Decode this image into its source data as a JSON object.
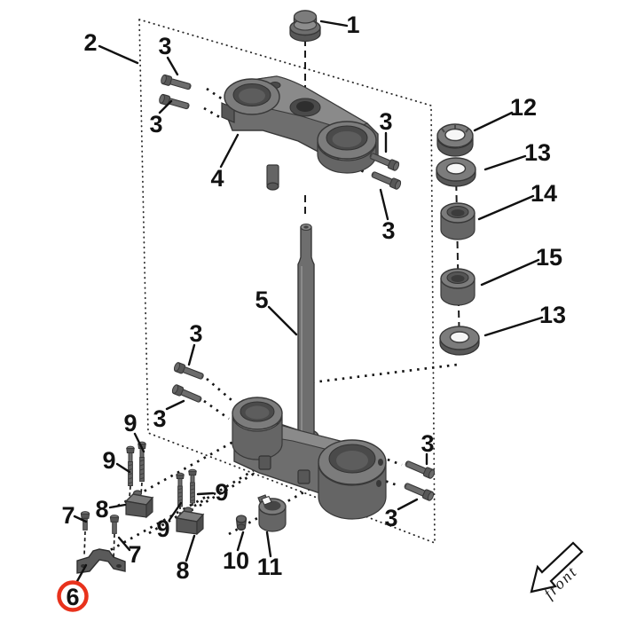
{
  "diagram": {
    "subject": "steering-stem-triple-clamp-exploded-view",
    "highlight_color": "#e8321c",
    "highlighted_callout": "6",
    "front_arrow_label": "front",
    "callouts": [
      {
        "part": "1"
      },
      {
        "part": "2"
      },
      {
        "part": "3"
      },
      {
        "part": "3"
      },
      {
        "part": "3"
      },
      {
        "part": "3"
      },
      {
        "part": "4"
      },
      {
        "part": "5"
      },
      {
        "part": "3"
      },
      {
        "part": "3"
      },
      {
        "part": "3"
      },
      {
        "part": "3"
      },
      {
        "part": "12"
      },
      {
        "part": "13"
      },
      {
        "part": "14"
      },
      {
        "part": "15"
      },
      {
        "part": "13"
      },
      {
        "part": "9"
      },
      {
        "part": "9"
      },
      {
        "part": "9"
      },
      {
        "part": "9"
      },
      {
        "part": "8"
      },
      {
        "part": "8"
      },
      {
        "part": "7"
      },
      {
        "part": "7"
      },
      {
        "part": "6"
      },
      {
        "part": "10"
      },
      {
        "part": "11"
      }
    ]
  }
}
